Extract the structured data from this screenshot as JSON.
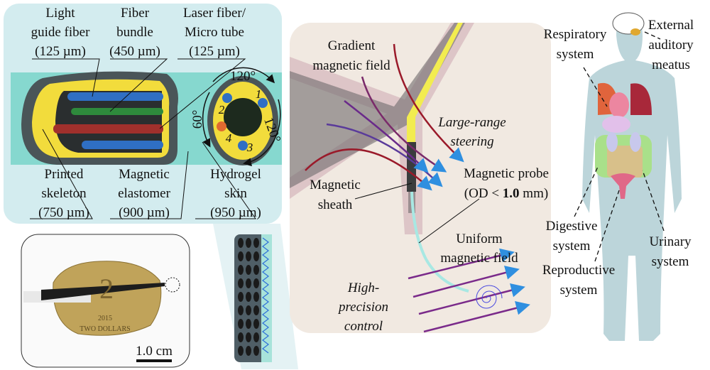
{
  "structure_panel": {
    "light_guide": [
      "Light",
      "guide fiber",
      "(125 µm)"
    ],
    "fiber_bundle": [
      "Fiber",
      "bundle",
      "(450 µm)"
    ],
    "laser_fiber": [
      "Laser fiber/",
      "Micro tube",
      "(125 µm)"
    ],
    "printed_skeleton": [
      "Printed",
      "skeleton",
      "(750 µm)"
    ],
    "magnetic_elastomer": [
      "Magnetic",
      "elastomer",
      "(900 µm)"
    ],
    "hydrogel_skin": [
      "Hydrogel",
      "skin",
      "(950 µm)"
    ],
    "angles": [
      "120°",
      "60°",
      "120°"
    ],
    "channel_numbers": [
      "1",
      "2",
      "3",
      "4"
    ]
  },
  "photo_panel": {
    "coin_text": [
      "TWO DOLLARS",
      "2015",
      "2"
    ],
    "scale_bar": "1.0 cm"
  },
  "steering_panel": {
    "gradient_field": [
      "Gradient",
      "magnetic field"
    ],
    "large_range": [
      "Large-range",
      "steering"
    ],
    "magnetic_probe": "Magnetic probe",
    "od_prefix": "(OD < ",
    "od_value": "1.0",
    "od_suffix": " mm)",
    "magnetic_sheath": [
      "Magnetic",
      "sheath"
    ],
    "uniform_field": [
      "Uniform",
      "magnetic field"
    ],
    "high_precision": [
      "High-",
      "precision",
      "control"
    ]
  },
  "body_panel": {
    "respiratory": [
      "Respiratory",
      "system"
    ],
    "auditory": [
      "External",
      "auditory",
      "meatus"
    ],
    "digestive": [
      "Digestive",
      "system"
    ],
    "urinary": [
      "Urinary",
      "system"
    ],
    "reproductive": [
      "Reproductive",
      "system"
    ]
  },
  "colors": {
    "panel_blue": "#d3ecef",
    "hydrogel": "#86d8cf",
    "skeleton": "#f2dc3c",
    "beige": "#f1e9e1",
    "body": "#bcd5da",
    "arrow_blue": "#2f8fe0",
    "field_red": "#9a1a2a"
  }
}
